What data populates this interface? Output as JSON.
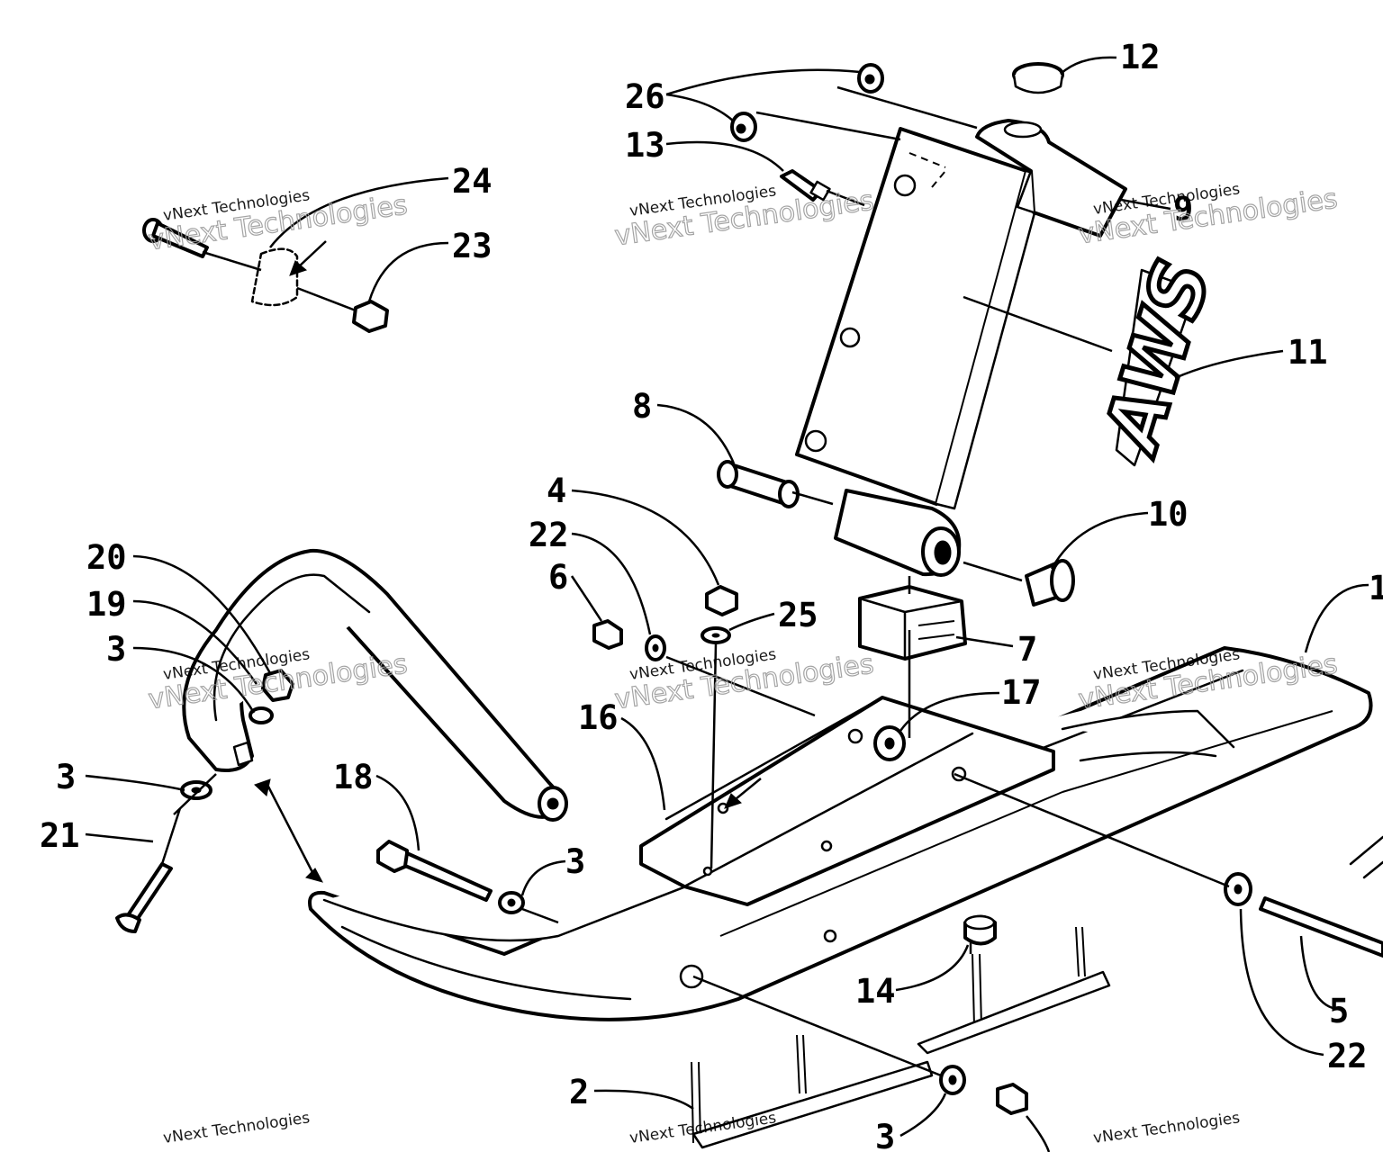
{
  "diagram": {
    "decal_text": "AWS",
    "watermark_text": "vNext Technologies",
    "callouts": [
      {
        "label": "12"
      },
      {
        "label": "26"
      },
      {
        "label": "13"
      },
      {
        "label": "9"
      },
      {
        "label": "24"
      },
      {
        "label": "23"
      },
      {
        "label": "11"
      },
      {
        "label": "8"
      },
      {
        "label": "4"
      },
      {
        "label": "22"
      },
      {
        "label": "6"
      },
      {
        "label": "25"
      },
      {
        "label": "10"
      },
      {
        "label": "1"
      },
      {
        "label": "20"
      },
      {
        "label": "19"
      },
      {
        "label": "3"
      },
      {
        "label": "7"
      },
      {
        "label": "17"
      },
      {
        "label": "16"
      },
      {
        "label": "3"
      },
      {
        "label": "21"
      },
      {
        "label": "18"
      },
      {
        "label": "3"
      },
      {
        "label": "14"
      },
      {
        "label": "5"
      },
      {
        "label": "22"
      },
      {
        "label": "2"
      },
      {
        "label": "3"
      }
    ]
  }
}
